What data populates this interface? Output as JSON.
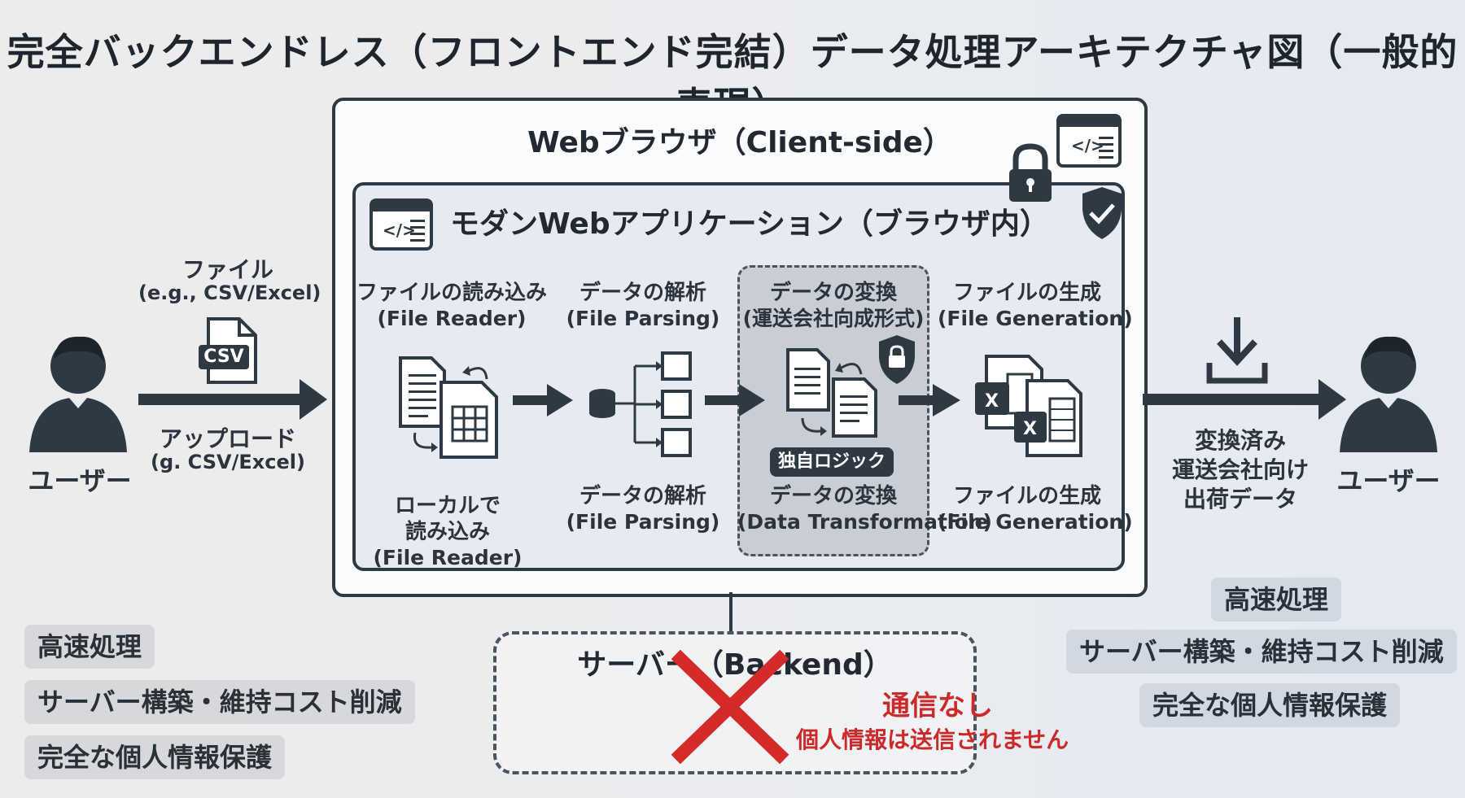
{
  "title": "完全バックエンドレス（フロントエンド完結）データ処理アーキテクチャ図（一般的表現）",
  "browser": {
    "title": "Webブラウザ（Client-side）"
  },
  "app": {
    "title": "モダンWebアプリケーション（ブラウザ内）"
  },
  "left": {
    "user": "ユーザー",
    "file_label": "ファイル",
    "file_sub": "(e.g., CSV/Excel)",
    "csv_badge": "CSV",
    "upload_label": "アップロード",
    "upload_sub": "(g. CSV/Excel)"
  },
  "steps": [
    {
      "top": "ファイルの読み込み",
      "top_sub": "(File Reader)",
      "bottom": "ローカルで\n読み込み",
      "bottom_sub": "(File Reader)"
    },
    {
      "top": "データの解析",
      "top_sub": "(File Parsing)",
      "bottom": "データの解析",
      "bottom_sub": "(File Parsing)"
    },
    {
      "top": "データの変換",
      "top_sub": "(運送会社向成形式)",
      "bottom": "データの変換",
      "bottom_sub": "(Data Transformation)",
      "tag": "独自ロジック"
    },
    {
      "top": "ファイルの生成",
      "top_sub": "(File Generation)",
      "bottom": "ファイルの生成",
      "bottom_sub": "(File Generation)"
    }
  ],
  "right": {
    "output_lines": [
      "変換済み",
      "運送会社向け",
      "出荷データ"
    ],
    "user": "ユーザー"
  },
  "features_left": [
    "高速処理",
    "サーバー構築・維持コスト削減",
    "完全な個人情報保護"
  ],
  "features_right": [
    "高速処理",
    "サーバー構築・維持コスト削減",
    "完全な個人情報保護"
  ],
  "server": {
    "title": "サーバー（Backend）",
    "no_comm": "通信なし",
    "no_send": "個人情報は送信されません"
  },
  "icons": {
    "user": "user-icon",
    "csv_file": "csv-file-icon",
    "code_window": "code-window-icon",
    "lock": "lock-icon",
    "shield": "shield-check-icon",
    "documents": "documents-spreadsheet-icon",
    "database_tree": "database-tree-icon",
    "excel": "excel-files-icon",
    "download": "download-icon",
    "cross": "red-x-icon"
  },
  "colors": {
    "dark": "#2f3944",
    "red": "#d42a2a",
    "highlight": "#c9ced6"
  }
}
